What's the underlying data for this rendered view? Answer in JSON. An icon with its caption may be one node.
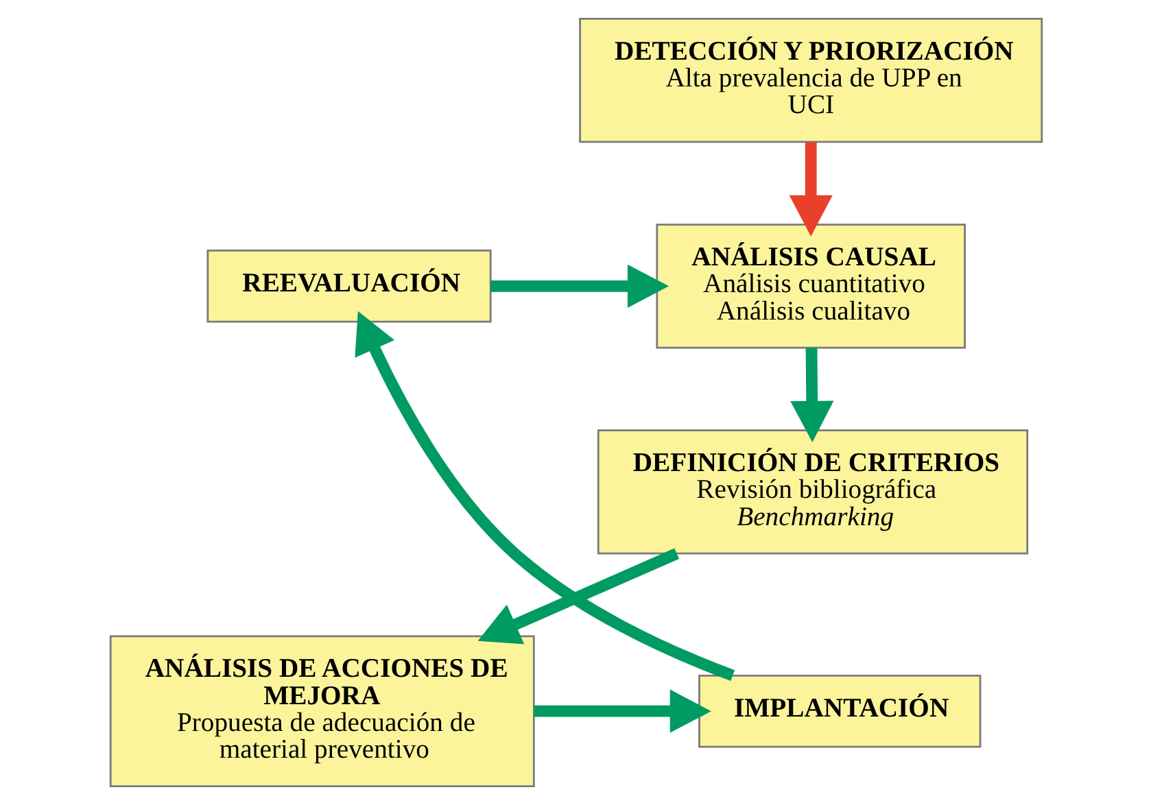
{
  "diagram": {
    "nodes": [
      {
        "text": [
          "DETECCIÓN Y PRIORIZACIÓN",
          "Alta prevalencia de UPP en UCI"
        ]
      },
      {
        "text": [
          "ANÁLISIS CAUSAL",
          "Análisis cuantitativo",
          "Análisis cualitavo"
        ]
      },
      {
        "text": [
          "DEFINICIÓN DE CRITERIOS",
          "Revisión bibliográfica",
          "*Benchmarking*"
        ]
      },
      {
        "text": [
          "ANÁLISIS DE ACCIONES DE MEJORA",
          "Propuesta de adecuación de material preventivo"
        ]
      },
      {
        "text": [
          "IMPLANTACIÓN"
        ]
      },
      {
        "text": [
          "REEVALUACIÓN"
        ]
      }
    ],
    "edges": [
      {
        "from": 0,
        "to": 1,
        "arrow": "to",
        "color": "#e8402a"
      },
      {
        "from": 1,
        "to": 2,
        "arrow": "to"
      },
      {
        "from": 2,
        "to": 3,
        "arrow": "to"
      },
      {
        "from": 3,
        "to": 4,
        "arrow": "to"
      },
      {
        "from": 4,
        "to": 5,
        "arrow": "to"
      },
      {
        "from": 5,
        "to": 1,
        "arrow": "to"
      }
    ]
  }
}
